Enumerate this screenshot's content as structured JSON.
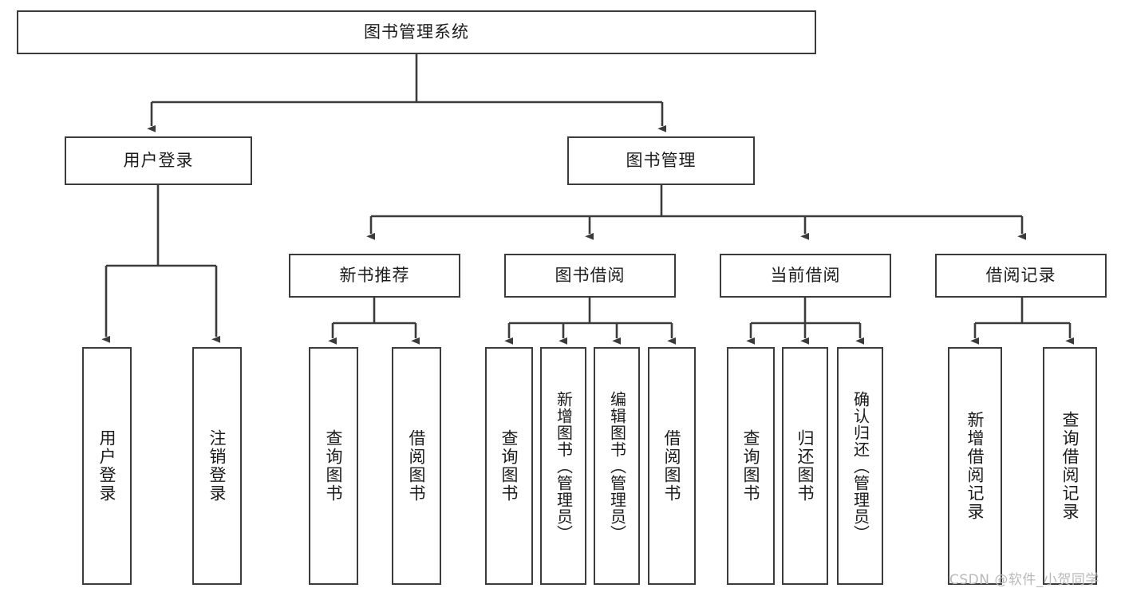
{
  "diagram": {
    "title": "图书管理系统",
    "type": "tree-hierarchy",
    "watermark": "CSDN @软件_小贺同学",
    "colors": {
      "box_border": "#3b3b3b",
      "box_fill": "#ffffff",
      "edge": "#3b3b3b",
      "text": "#1b1b1b",
      "watermark": "#b9b9b9",
      "background": "#ffffff"
    },
    "root": {
      "label": "图书管理系统"
    },
    "level2": [
      {
        "id": "user-login",
        "label": "用户登录"
      },
      {
        "id": "book-manage",
        "label": "图书管理"
      }
    ],
    "level3": [
      {
        "id": "new-book-recommend",
        "label": "新书推荐",
        "parent": "book-manage"
      },
      {
        "id": "book-borrow",
        "label": "图书借阅",
        "parent": "book-manage"
      },
      {
        "id": "current-borrow",
        "label": "当前借阅",
        "parent": "book-manage"
      },
      {
        "id": "borrow-record",
        "label": "借阅记录",
        "parent": "book-manage"
      }
    ],
    "leaves": {
      "user_login": [
        {
          "id": "leaf-user-login",
          "label": "用户登录"
        },
        {
          "id": "leaf-user-logout",
          "label": "注销登录"
        }
      ],
      "new_book_recommend": [
        {
          "id": "leaf-query-book-1",
          "label": "查询图书"
        },
        {
          "id": "leaf-borrow-book-1",
          "label": "借阅图书"
        }
      ],
      "book_borrow": [
        {
          "id": "leaf-query-book-2",
          "label": "查询图书"
        },
        {
          "id": "leaf-add-book",
          "label": "新增图书（管理员）"
        },
        {
          "id": "leaf-edit-book",
          "label": "编辑图书（管理员）"
        },
        {
          "id": "leaf-borrow-book-2",
          "label": "借阅图书"
        }
      ],
      "current_borrow": [
        {
          "id": "leaf-query-book-3",
          "label": "查询图书"
        },
        {
          "id": "leaf-return-book",
          "label": "归还图书"
        },
        {
          "id": "leaf-confirm-return",
          "label": "确认归还（管理员）"
        }
      ],
      "borrow_record": [
        {
          "id": "leaf-add-record",
          "label": "新增借阅记录"
        },
        {
          "id": "leaf-query-record",
          "label": "查询借阅记录"
        }
      ]
    }
  }
}
